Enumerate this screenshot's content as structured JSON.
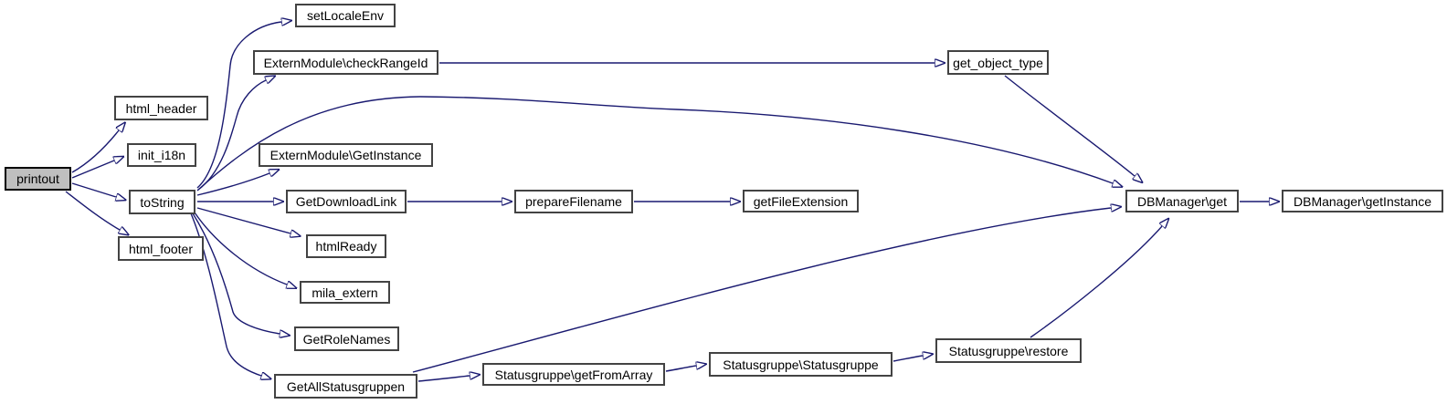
{
  "diagram": {
    "type": "call-graph",
    "colors": {
      "edge": "#191970",
      "node_border": "#434343",
      "node_fill": "#ffffff",
      "highlight_fill": "#bfbfbf",
      "highlight_border": "#000000",
      "background": "#ffffff"
    },
    "nodes": [
      {
        "id": "printout",
        "label": "printout",
        "highlighted": true
      },
      {
        "id": "html_header",
        "label": "html_header",
        "highlighted": false
      },
      {
        "id": "init_i18n",
        "label": "init_i18n",
        "highlighted": false
      },
      {
        "id": "toString",
        "label": "toString",
        "highlighted": false
      },
      {
        "id": "html_footer",
        "label": "html_footer",
        "highlighted": false
      },
      {
        "id": "setLocaleEnv",
        "label": "setLocaleEnv",
        "highlighted": false
      },
      {
        "id": "checkRangeId",
        "label": "ExternModule\\checkRangeId",
        "highlighted": false
      },
      {
        "id": "GetInstance",
        "label": "ExternModule\\GetInstance",
        "highlighted": false
      },
      {
        "id": "GetDownloadLink",
        "label": "GetDownloadLink",
        "highlighted": false
      },
      {
        "id": "htmlReady",
        "label": "htmlReady",
        "highlighted": false
      },
      {
        "id": "mila_extern",
        "label": "mila_extern",
        "highlighted": false
      },
      {
        "id": "GetRoleNames",
        "label": "GetRoleNames",
        "highlighted": false
      },
      {
        "id": "GetAllStatusgruppen",
        "label": "GetAllStatusgruppen",
        "highlighted": false
      },
      {
        "id": "getFromArray",
        "label": "Statusgruppe\\getFromArray",
        "highlighted": false
      },
      {
        "id": "Statusgruppe",
        "label": "Statusgruppe\\Statusgruppe",
        "highlighted": false
      },
      {
        "id": "restore",
        "label": "Statusgruppe\\restore",
        "highlighted": false
      },
      {
        "id": "get_object_type",
        "label": "get_object_type",
        "highlighted": false
      },
      {
        "id": "prepareFilename",
        "label": "prepareFilename",
        "highlighted": false
      },
      {
        "id": "getFileExtension",
        "label": "getFileExtension",
        "highlighted": false
      },
      {
        "id": "DBManager_get",
        "label": "DBManager\\get",
        "highlighted": false
      },
      {
        "id": "DBManager_getInstance",
        "label": "DBManager\\getInstance",
        "highlighted": false
      }
    ],
    "edges": [
      {
        "from": "printout",
        "to": "html_header"
      },
      {
        "from": "printout",
        "to": "init_i18n"
      },
      {
        "from": "printout",
        "to": "toString"
      },
      {
        "from": "printout",
        "to": "html_footer"
      },
      {
        "from": "toString",
        "to": "setLocaleEnv"
      },
      {
        "from": "toString",
        "to": "ExternModule\\checkRangeId"
      },
      {
        "from": "toString",
        "to": "DBManager\\get"
      },
      {
        "from": "toString",
        "to": "ExternModule\\GetInstance"
      },
      {
        "from": "toString",
        "to": "GetDownloadLink"
      },
      {
        "from": "toString",
        "to": "htmlReady"
      },
      {
        "from": "toString",
        "to": "mila_extern"
      },
      {
        "from": "toString",
        "to": "GetRoleNames"
      },
      {
        "from": "toString",
        "to": "GetAllStatusgruppen"
      },
      {
        "from": "ExternModule\\checkRangeId",
        "to": "get_object_type"
      },
      {
        "from": "get_object_type",
        "to": "DBManager\\get"
      },
      {
        "from": "GetDownloadLink",
        "to": "prepareFilename"
      },
      {
        "from": "prepareFilename",
        "to": "getFileExtension"
      },
      {
        "from": "GetAllStatusgruppen",
        "to": "DBManager\\get"
      },
      {
        "from": "GetAllStatusgruppen",
        "to": "Statusgruppe\\getFromArray"
      },
      {
        "from": "Statusgruppe\\getFromArray",
        "to": "Statusgruppe\\Statusgruppe"
      },
      {
        "from": "Statusgruppe\\Statusgruppe",
        "to": "Statusgruppe\\restore"
      },
      {
        "from": "Statusgruppe\\restore",
        "to": "DBManager\\get"
      },
      {
        "from": "DBManager\\get",
        "to": "DBManager\\getInstance"
      }
    ]
  }
}
